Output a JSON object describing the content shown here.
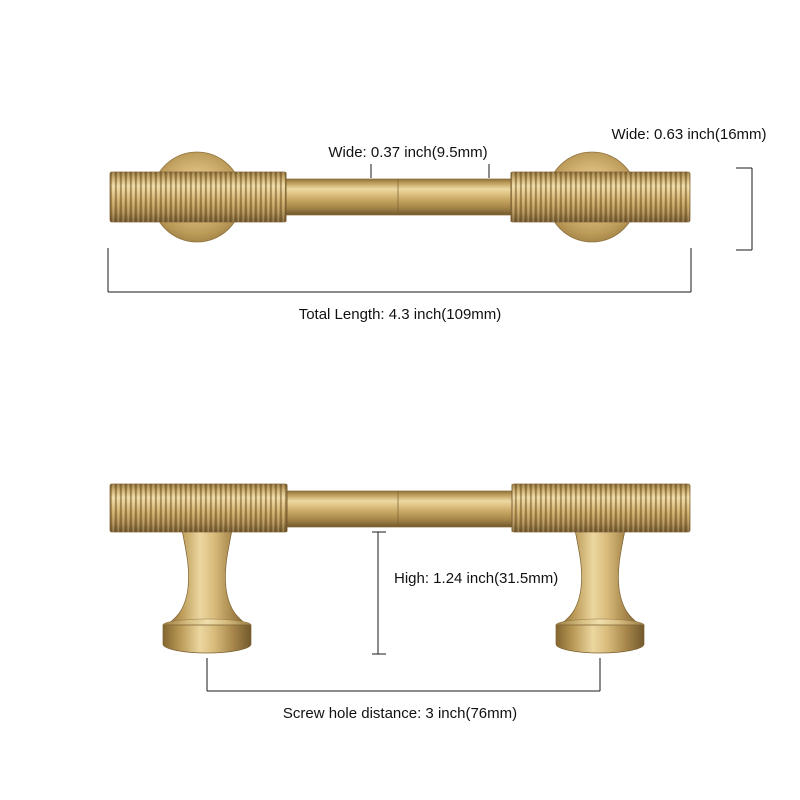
{
  "front_view": {
    "labels": {
      "bar_width": "Wide: 0.37 inch(9.5mm)",
      "end_width": "Wide: 0.63 inch(16mm)",
      "total_length": "Total Length: 4.3 inch(109mm)"
    }
  },
  "side_view": {
    "labels": {
      "height": "High: 1.24 inch(31.5mm)",
      "screw_distance": "Screw hole distance: 3 inch(76mm)"
    }
  },
  "colors": {
    "gold_light": "#eed9a2",
    "gold_mid": "#c2a05c",
    "gold_dark": "#70572c",
    "dimension_line": "#1a1a1a",
    "background": "#ffffff"
  }
}
